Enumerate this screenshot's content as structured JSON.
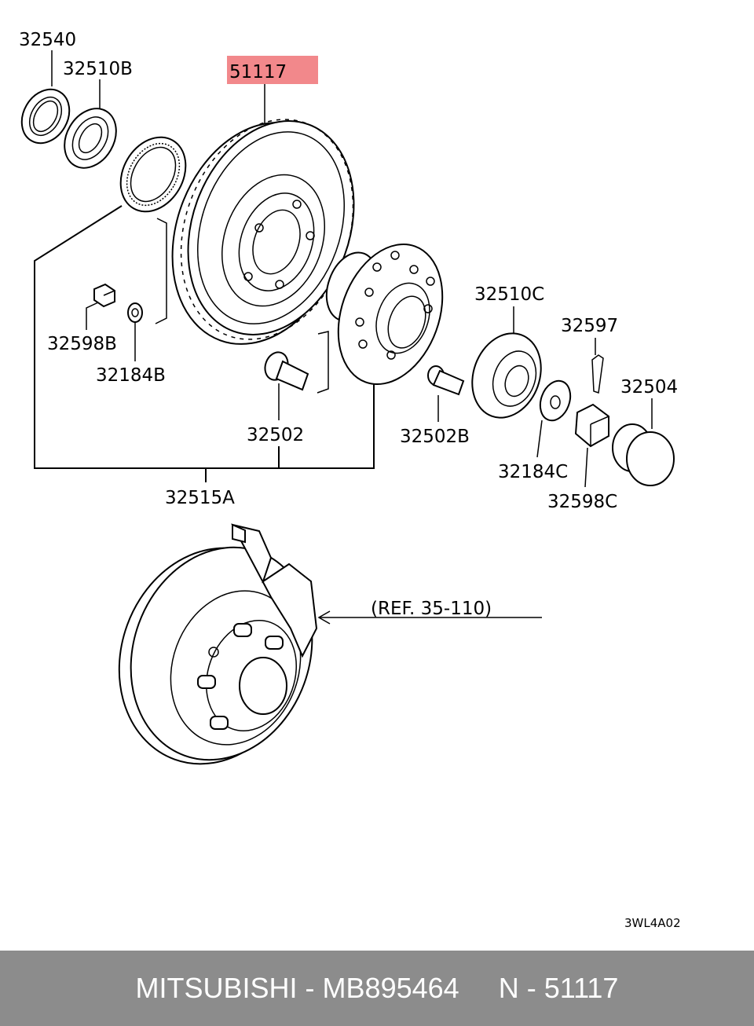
{
  "highlight_color": "#f2888b",
  "parts": {
    "p32540": "32540",
    "p32510B": "32510B",
    "p51117": "51117",
    "p32598B": "32598B",
    "p32184B": "32184B",
    "p32510C": "32510C",
    "p32597": "32597",
    "p32504": "32504",
    "p32502": "32502",
    "p32502B": "32502B",
    "p32184C": "32184C",
    "p32598C": "32598C",
    "p32515A": "32515A"
  },
  "reference_label": "(REF. 35-110)",
  "drawing_code": "3WL4A02",
  "footer": {
    "brand": "MITSUBISHI",
    "part_number": "MB895464",
    "catalog_code": "N - 51117",
    "separator": " - "
  }
}
